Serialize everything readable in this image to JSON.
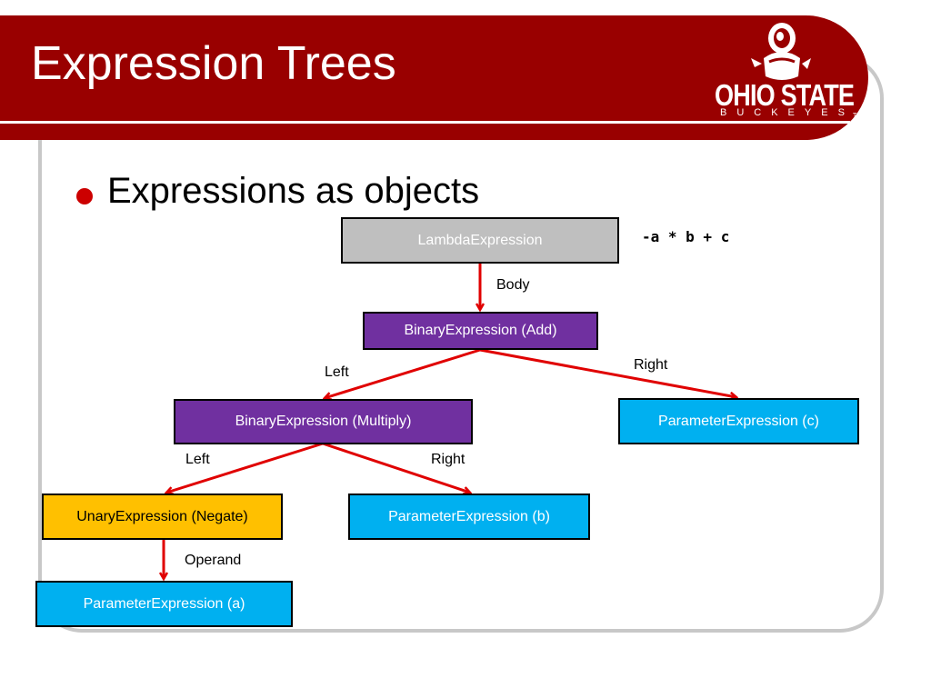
{
  "title": "Expression Trees",
  "logo": {
    "wordmark": "OHIO STATE",
    "subtitle": "BUCKEYES",
    "tm": "TM"
  },
  "bullet": "Expressions as objects",
  "code": "-a * b + c",
  "colors": {
    "header": "#990000",
    "lambda": "#bfbfbf",
    "binary": "#7030a0",
    "parameter": "#00b0f0",
    "unary": "#ffc000",
    "arrow": "#e00000"
  },
  "nodes": {
    "lambda": "LambdaExpression",
    "add": "BinaryExpression (Add)",
    "multiply": "BinaryExpression (Multiply)",
    "param_c": "ParameterExpression (c)",
    "negate": "UnaryExpression (Negate)",
    "param_b": "ParameterExpression (b)",
    "param_a": "ParameterExpression (a)"
  },
  "edges": {
    "body": "Body",
    "add_left": "Left",
    "add_right": "Right",
    "mul_left": "Left",
    "mul_right": "Right",
    "operand": "Operand"
  }
}
